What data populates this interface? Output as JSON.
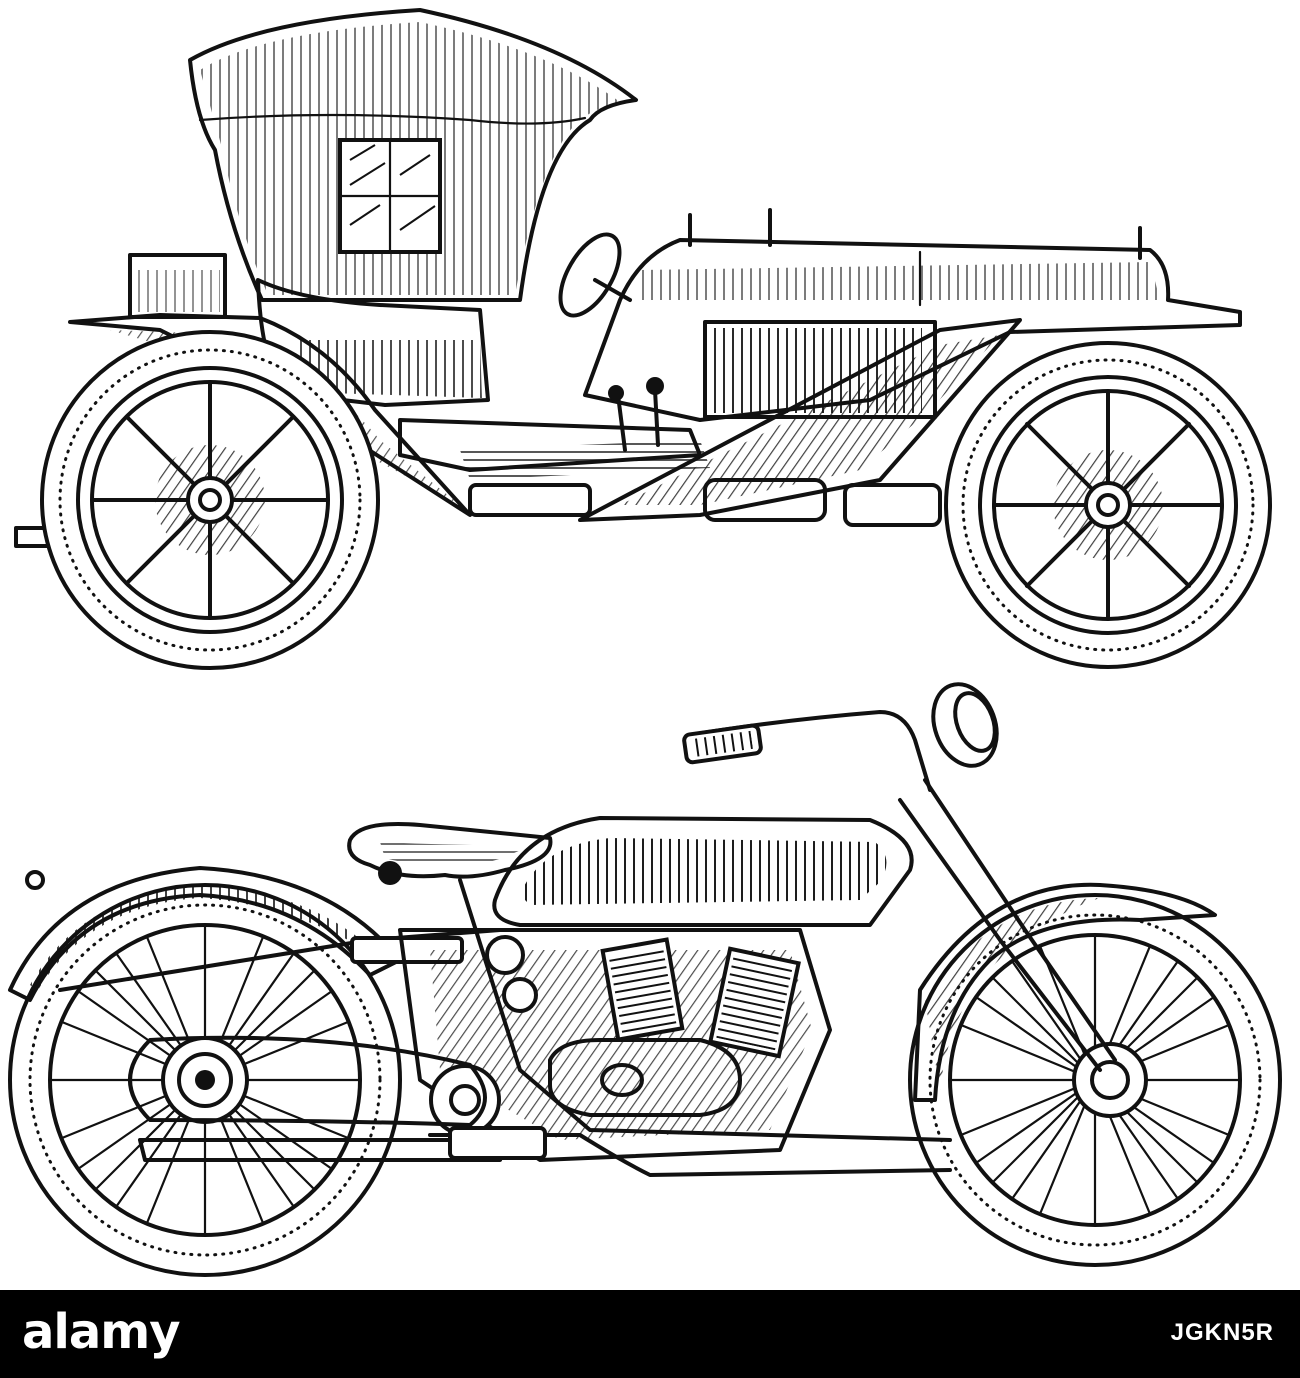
{
  "illustration": {
    "vehicles": [
      "vintage-car",
      "vintage-motorcycle"
    ],
    "ink_color": "#111111",
    "background_color": "#ffffff"
  },
  "footer": {
    "background_color": "#000000",
    "brand": "alamy",
    "image_code": "JGKN5R"
  }
}
